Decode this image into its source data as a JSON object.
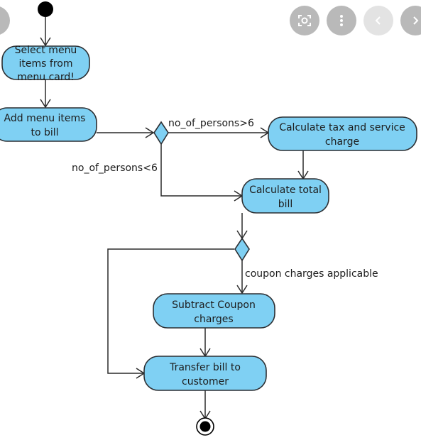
{
  "diagram": {
    "nodes": {
      "select_menu": [
        "Select menu",
        "items from",
        "menu card!"
      ],
      "add_items": [
        "Add menu items",
        "to bill"
      ],
      "calc_tax": [
        "Calculate tax and service",
        "charge"
      ],
      "calc_total": [
        "Calculate total",
        "bill"
      ],
      "subtract_coupon": [
        "Subtract Coupon",
        "charges"
      ],
      "transfer_bill": [
        "Transfer bill to",
        "customer"
      ]
    },
    "guards": {
      "more_than_6": "no_of_persons>6",
      "less_than_6": "no_of_persons<6",
      "coupon": "coupon charges applicable"
    }
  },
  "viewer_controls": {
    "lens_icon": "lens-icon",
    "more_icon": "more-vertical-icon",
    "prev_icon": "chevron-left-icon",
    "next_icon": "chevron-right-icon"
  },
  "colors": {
    "node_fill": "#7fd0f3",
    "stroke": "#2c2f33"
  }
}
